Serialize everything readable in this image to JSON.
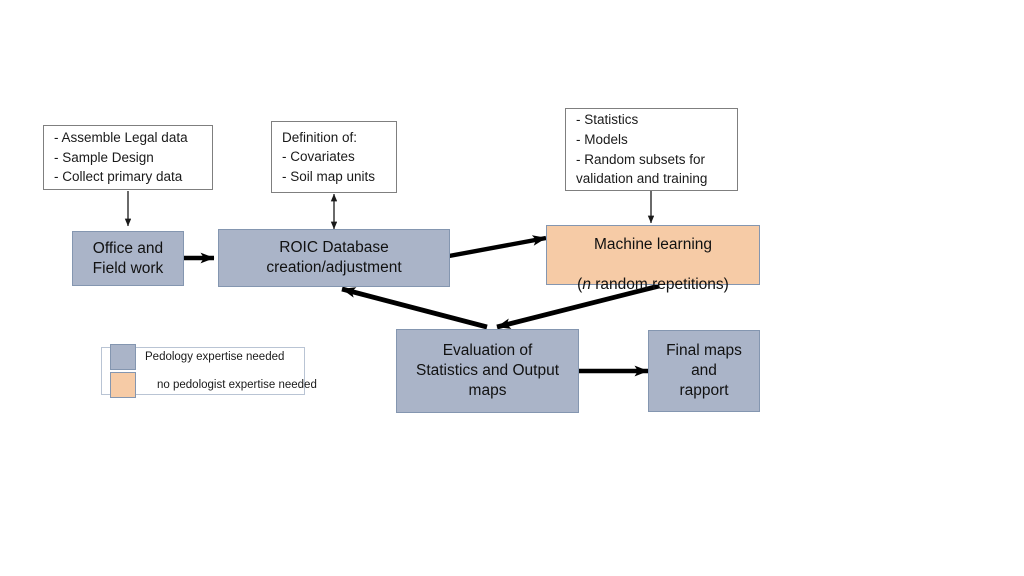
{
  "diagram": {
    "title": "Soil mapping workflow flowchart",
    "background": "#ffffff",
    "colors": {
      "pedology_fill": "#aab4c8",
      "no_pedology_fill": "#f6cba6",
      "process_border": "#8496b0",
      "note_border": "#7f7f7f",
      "arrow": "#000000"
    }
  },
  "notes": {
    "inputs": "- Assemble Legal data\n- Sample Design\n- Collect primary data",
    "definition": "Definition of:\n- Covariates\n- Soil map units",
    "ml_inputs": "- Statistics\n- Models\n- Random subsets for\nvalidation and training"
  },
  "nodes": {
    "office_field": "Office and\nField work",
    "roic_database": "ROIC Database\ncreation/adjustment",
    "machine_learning_line1": "Machine learning",
    "machine_learning_line2_pre": "(",
    "machine_learning_line2_italic": "n",
    "machine_learning_line2_post": " random repetitions)",
    "evaluation": "Evaluation of\nStatistics and Output\nmaps",
    "final_maps": "Final maps\nand\nrapport"
  },
  "legend": {
    "items": [
      {
        "swatch": "#aab4c8",
        "label": "Pedology expertise needed"
      },
      {
        "swatch": "#f6cba6",
        "label": "no pedologist expertise needed"
      }
    ]
  }
}
